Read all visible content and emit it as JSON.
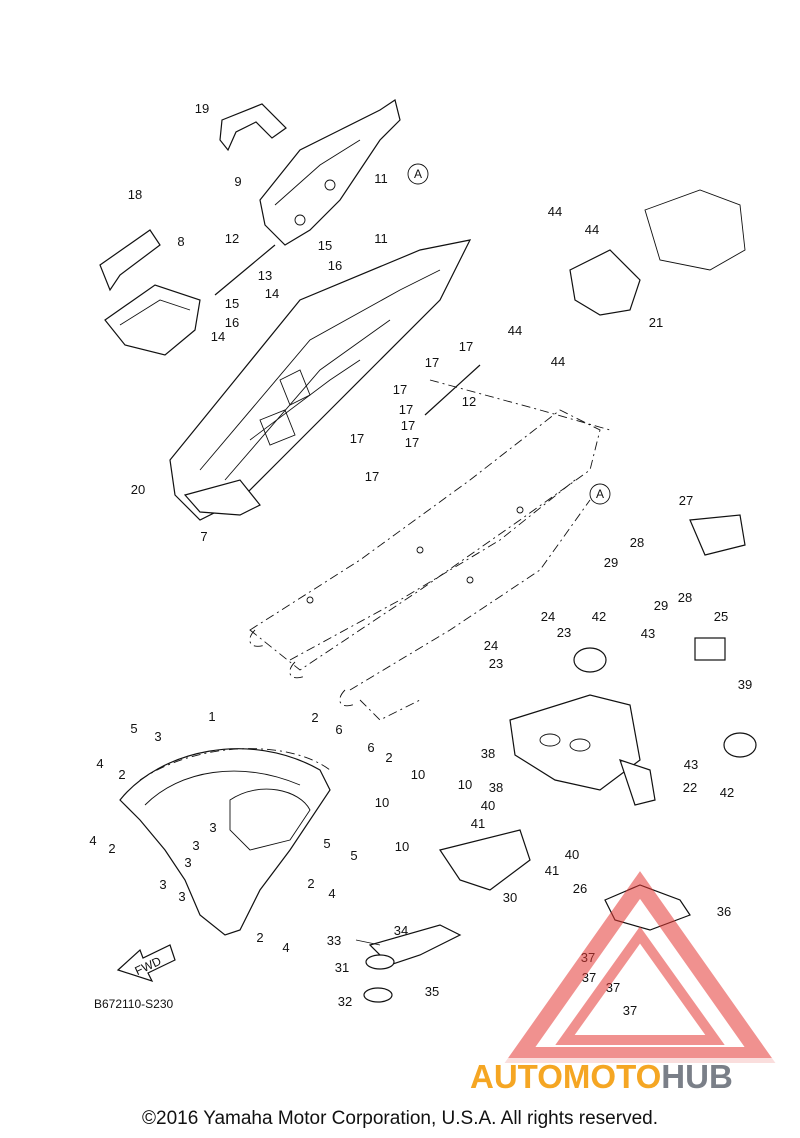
{
  "diagram_code": "B672110-S230",
  "fwd_label": "FWD",
  "ref_marker": "A",
  "copyright": "©2016 Yamaha Motor Corporation, U.S.A. All rights reserved.",
  "watermark": {
    "auto": "AUTO",
    "moto": "MOTO",
    "hub": "HUB",
    "colors": {
      "orange": "#f5a623",
      "gray": "#8a8f99",
      "red": "#e53935"
    }
  },
  "callouts": [
    {
      "n": "19"
    },
    {
      "n": "9"
    },
    {
      "n": "18"
    },
    {
      "n": "8"
    },
    {
      "n": "12"
    },
    {
      "n": "15"
    },
    {
      "n": "16"
    },
    {
      "n": "13"
    },
    {
      "n": "15"
    },
    {
      "n": "14"
    },
    {
      "n": "16"
    },
    {
      "n": "14"
    },
    {
      "n": "11"
    },
    {
      "n": "11"
    },
    {
      "n": "17"
    },
    {
      "n": "17"
    },
    {
      "n": "12"
    },
    {
      "n": "17"
    },
    {
      "n": "17"
    },
    {
      "n": "17"
    },
    {
      "n": "17"
    },
    {
      "n": "17"
    },
    {
      "n": "17"
    },
    {
      "n": "20"
    },
    {
      "n": "7"
    },
    {
      "n": "44"
    },
    {
      "n": "44"
    },
    {
      "n": "21"
    },
    {
      "n": "44"
    },
    {
      "n": "44"
    },
    {
      "n": "27"
    },
    {
      "n": "28"
    },
    {
      "n": "29"
    },
    {
      "n": "29"
    },
    {
      "n": "28"
    },
    {
      "n": "24"
    },
    {
      "n": "23"
    },
    {
      "n": "24"
    },
    {
      "n": "23"
    },
    {
      "n": "42"
    },
    {
      "n": "43"
    },
    {
      "n": "25"
    },
    {
      "n": "39"
    },
    {
      "n": "38"
    },
    {
      "n": "38"
    },
    {
      "n": "22"
    },
    {
      "n": "43"
    },
    {
      "n": "42"
    },
    {
      "n": "40"
    },
    {
      "n": "41"
    },
    {
      "n": "40"
    },
    {
      "n": "41"
    },
    {
      "n": "26"
    },
    {
      "n": "1"
    },
    {
      "n": "5"
    },
    {
      "n": "3"
    },
    {
      "n": "2"
    },
    {
      "n": "6"
    },
    {
      "n": "6"
    },
    {
      "n": "2"
    },
    {
      "n": "4"
    },
    {
      "n": "2"
    },
    {
      "n": "3"
    },
    {
      "n": "4"
    },
    {
      "n": "2"
    },
    {
      "n": "3"
    },
    {
      "n": "3"
    },
    {
      "n": "3"
    },
    {
      "n": "3"
    },
    {
      "n": "5"
    },
    {
      "n": "5"
    },
    {
      "n": "2"
    },
    {
      "n": "4"
    },
    {
      "n": "2"
    },
    {
      "n": "4"
    },
    {
      "n": "10"
    },
    {
      "n": "10"
    },
    {
      "n": "10"
    },
    {
      "n": "10"
    },
    {
      "n": "30"
    },
    {
      "n": "34"
    },
    {
      "n": "33"
    },
    {
      "n": "31"
    },
    {
      "n": "35"
    },
    {
      "n": "32"
    },
    {
      "n": "36"
    },
    {
      "n": "37"
    },
    {
      "n": "37"
    },
    {
      "n": "37"
    },
    {
      "n": "37"
    }
  ]
}
